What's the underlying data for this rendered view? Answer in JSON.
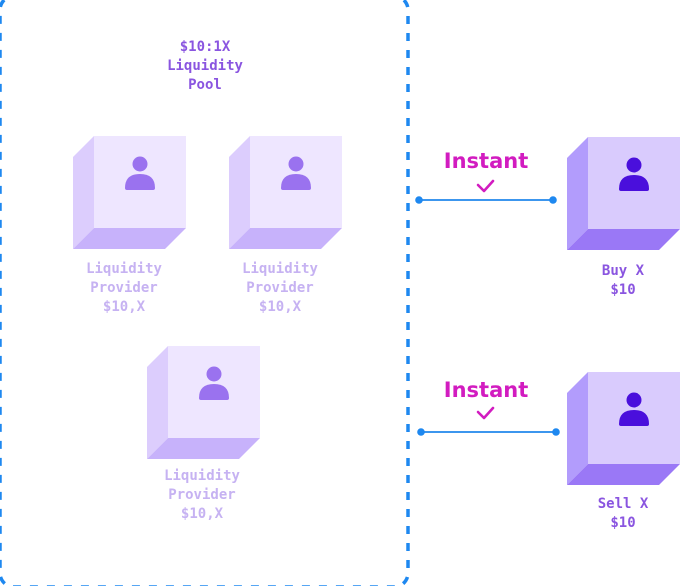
{
  "colors": {
    "pool_border": "#1e88f0",
    "pool_title": "#8a55e0",
    "provider_label": "#c6b2f2",
    "trader_label": "#8a55e0",
    "instant": "#d21cc0",
    "connector": "#3c96ee",
    "connector_dot": "#1e88f0",
    "provider_cube": {
      "front": "#eee6ff",
      "side": "#dccdfd",
      "bottom": "#c7b2fb",
      "icon": "#9a72ef"
    },
    "trader_cube": {
      "front": "#d9cbfd",
      "side": "#b29cfc",
      "bottom": "#9a78f6",
      "icon": "#4a0fdc"
    }
  },
  "pool": {
    "title_lines": [
      "$10:1X",
      "Liquidity",
      "Pool"
    ]
  },
  "providers": [
    {
      "icon": "user-icon",
      "lines": [
        "Liquidity",
        "Provider",
        "$10,X"
      ]
    },
    {
      "icon": "user-icon",
      "lines": [
        "Liquidity",
        "Provider",
        "$10,X"
      ]
    },
    {
      "icon": "user-icon",
      "lines": [
        "Liquidity",
        "Provider",
        "$10,X"
      ]
    }
  ],
  "trades": [
    {
      "status": "Instant",
      "status_icon": "check-icon",
      "icon": "user-icon",
      "lines": [
        "Buy X",
        "$10"
      ]
    },
    {
      "status": "Instant",
      "status_icon": "check-icon",
      "icon": "user-icon",
      "lines": [
        "Sell X",
        "$10"
      ]
    }
  ]
}
